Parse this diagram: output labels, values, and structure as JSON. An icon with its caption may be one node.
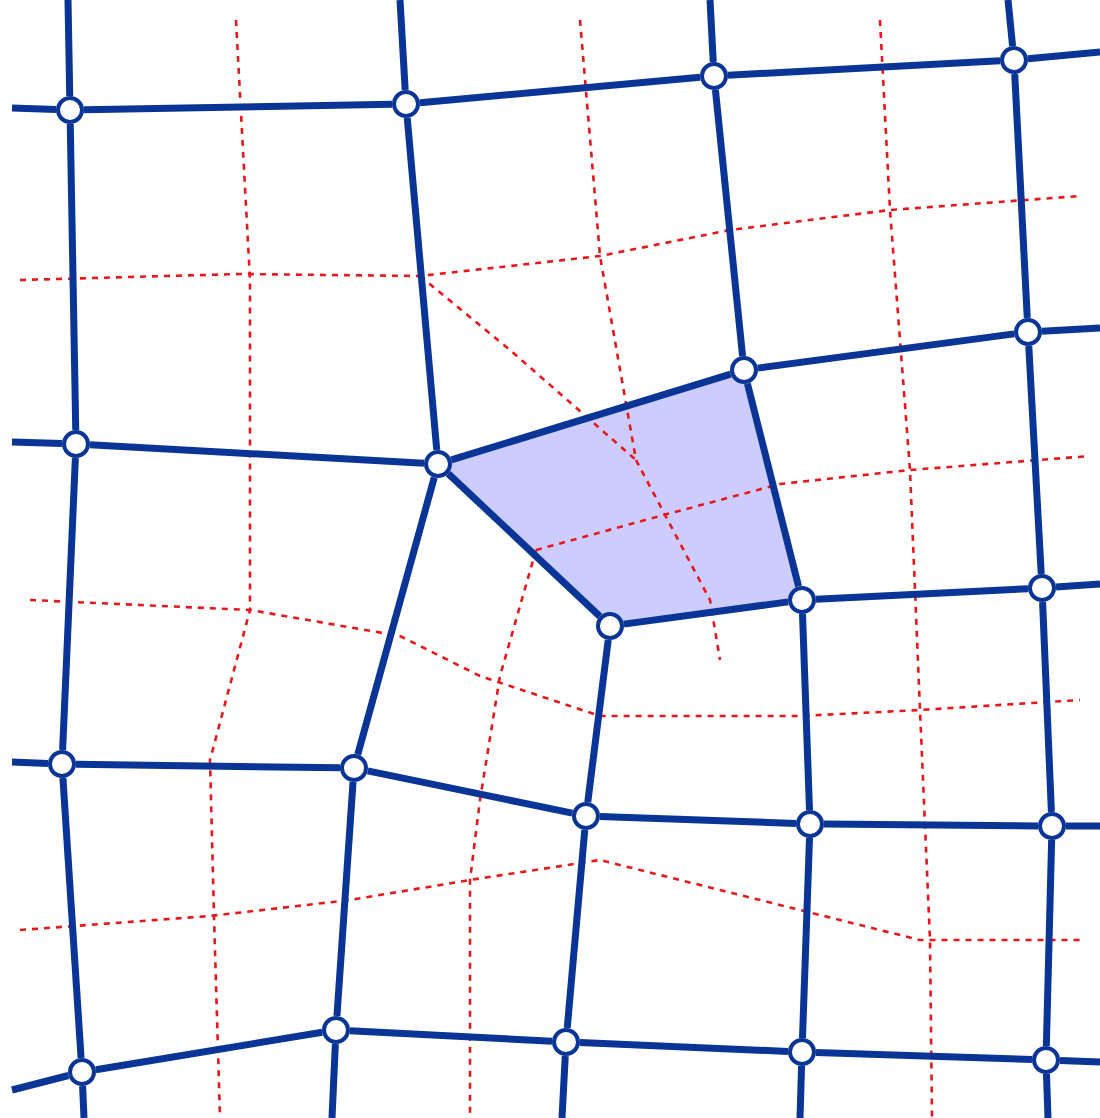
{
  "diagram": {
    "nodes": [
      {
        "text": [],
        "shape": "circle"
      },
      {
        "text": [],
        "shape": "circle"
      },
      {
        "text": [],
        "shape": "circle"
      },
      {
        "text": [],
        "shape": "circle"
      },
      {
        "text": [],
        "shape": "circle"
      },
      {
        "text": [],
        "shape": "circle"
      },
      {
        "text": [],
        "shape": "circle"
      },
      {
        "text": [],
        "shape": "circle"
      },
      {
        "text": [],
        "shape": "circle"
      },
      {
        "text": [],
        "shape": "circle"
      },
      {
        "text": [],
        "shape": "circle"
      },
      {
        "text": [],
        "shape": "circle"
      },
      {
        "text": [],
        "shape": "circle"
      },
      {
        "text": [],
        "shape": "circle"
      },
      {
        "text": [],
        "shape": "circle"
      },
      {
        "text": [],
        "shape": "circle"
      },
      {
        "text": [],
        "shape": "circle"
      },
      {
        "text": [],
        "shape": "circle"
      },
      {
        "text": [],
        "shape": "circle"
      },
      {
        "text": [],
        "shape": "circle"
      },
      {
        "text": [],
        "shape": "circle"
      }
    ],
    "edges": [
      {
        "from": 0,
        "to": null,
        "arrow": "none"
      },
      {
        "from": 0,
        "to": 1,
        "arrow": "none"
      },
      {
        "from": 1,
        "to": 2,
        "arrow": "none"
      },
      {
        "from": 2,
        "to": 3,
        "arrow": "none"
      },
      {
        "from": 3,
        "to": null,
        "arrow": "none"
      },
      {
        "from": 0,
        "to": null,
        "arrow": "none"
      },
      {
        "from": 1,
        "to": null,
        "arrow": "none"
      },
      {
        "from": 2,
        "to": null,
        "arrow": "none"
      },
      {
        "from": 3,
        "to": null,
        "arrow": "none"
      },
      {
        "from": 0,
        "to": 4,
        "arrow": "none"
      },
      {
        "from": 1,
        "to": 5,
        "arrow": "none"
      },
      {
        "from": 2,
        "to": 6,
        "arrow": "none"
      },
      {
        "from": 3,
        "to": 7,
        "arrow": "none"
      },
      {
        "from": 4,
        "to": null,
        "arrow": "none"
      },
      {
        "from": 4,
        "to": 5,
        "arrow": "none"
      },
      {
        "from": 5,
        "to": 6,
        "arrow": "none"
      },
      {
        "from": 6,
        "to": 7,
        "arrow": "none"
      },
      {
        "from": 7,
        "to": null,
        "arrow": "none"
      },
      {
        "from": 5,
        "to": 8,
        "arrow": "none"
      },
      {
        "from": 6,
        "to": 9,
        "arrow": "none"
      },
      {
        "from": 8,
        "to": 9,
        "arrow": "none"
      },
      {
        "from": 9,
        "to": 10,
        "arrow": "none"
      },
      {
        "from": 10,
        "to": null,
        "arrow": "none"
      },
      {
        "from": 7,
        "to": 10,
        "arrow": "none"
      },
      {
        "from": 4,
        "to": 11,
        "arrow": "none"
      },
      {
        "from": 5,
        "to": 12,
        "arrow": "none"
      },
      {
        "from": 8,
        "to": 13,
        "arrow": "none"
      },
      {
        "from": 9,
        "to": 14,
        "arrow": "none"
      },
      {
        "from": 10,
        "to": 15,
        "arrow": "none"
      },
      {
        "from": 11,
        "to": null,
        "arrow": "none"
      },
      {
        "from": 11,
        "to": 12,
        "arrow": "none"
      },
      {
        "from": 12,
        "to": 13,
        "arrow": "none"
      },
      {
        "from": 13,
        "to": 14,
        "arrow": "none"
      },
      {
        "from": 14,
        "to": 15,
        "arrow": "none"
      },
      {
        "from": 15,
        "to": null,
        "arrow": "none"
      },
      {
        "from": 11,
        "to": 16,
        "arrow": "none"
      },
      {
        "from": 12,
        "to": 17,
        "arrow": "none"
      },
      {
        "from": 13,
        "to": 18,
        "arrow": "none"
      },
      {
        "from": 14,
        "to": 19,
        "arrow": "none"
      },
      {
        "from": 15,
        "to": 20,
        "arrow": "none"
      },
      {
        "from": 16,
        "to": null,
        "arrow": "none"
      },
      {
        "from": 16,
        "to": 17,
        "arrow": "none"
      },
      {
        "from": 17,
        "to": 18,
        "arrow": "none"
      },
      {
        "from": 18,
        "to": 19,
        "arrow": "none"
      },
      {
        "from": 19,
        "to": 20,
        "arrow": "none"
      },
      {
        "from": 20,
        "to": null,
        "arrow": "none"
      },
      {
        "from": 16,
        "to": null,
        "arrow": "none"
      },
      {
        "from": 17,
        "to": null,
        "arrow": "none"
      },
      {
        "from": 18,
        "to": null,
        "arrow": "none"
      },
      {
        "from": 19,
        "to": null,
        "arrow": "none"
      },
      {
        "from": 20,
        "to": null,
        "arrow": "none"
      }
    ]
  }
}
